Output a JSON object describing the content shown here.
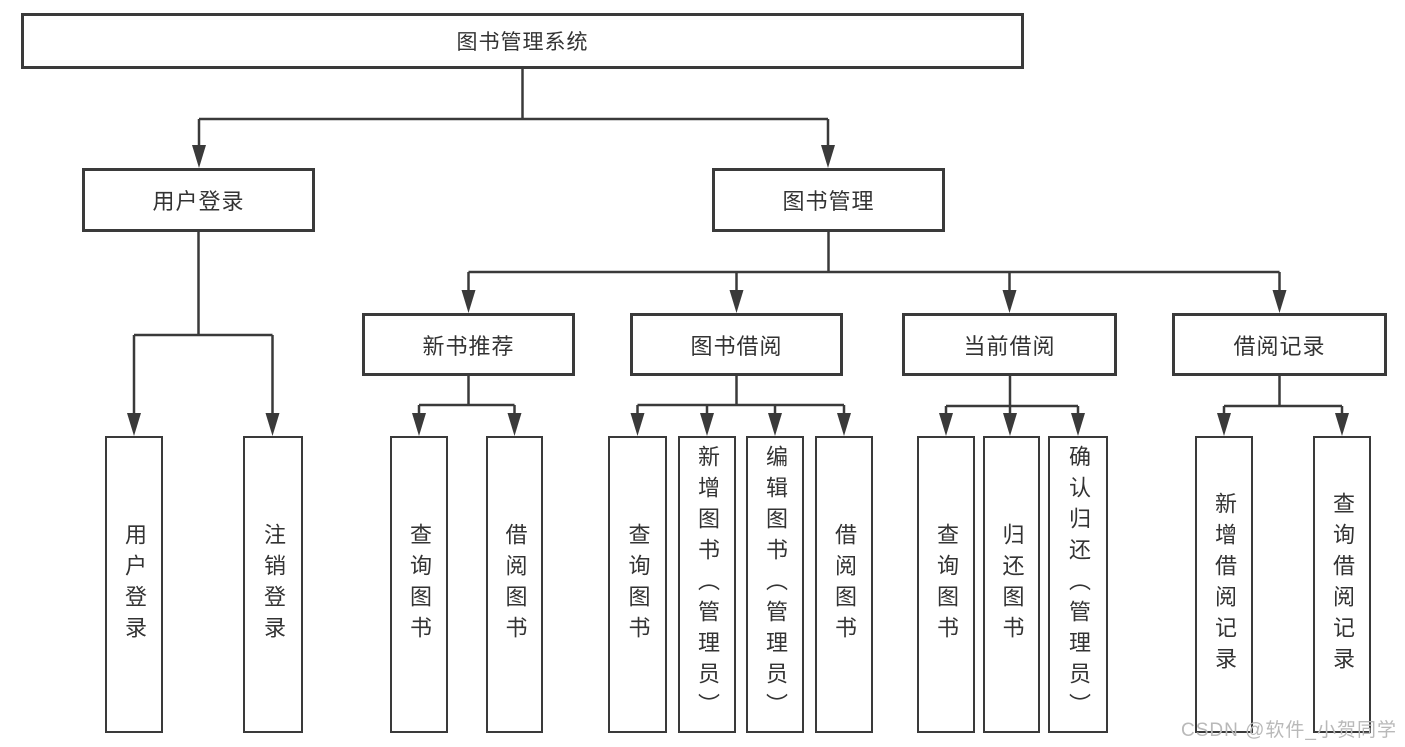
{
  "tree": {
    "label": "图书管理系统",
    "children": [
      {
        "label": "用户登录",
        "children": [
          {
            "label": "用户登录"
          },
          {
            "label": "注销登录"
          }
        ]
      },
      {
        "label": "图书管理",
        "children": [
          {
            "label": "新书推荐",
            "children": [
              {
                "label": "查询图书"
              },
              {
                "label": "借阅图书"
              }
            ]
          },
          {
            "label": "图书借阅",
            "children": [
              {
                "label": "查询图书"
              },
              {
                "label": "新增图书（管理员）"
              },
              {
                "label": "编辑图书（管理员）"
              },
              {
                "label": "借阅图书"
              }
            ]
          },
          {
            "label": "当前借阅",
            "children": [
              {
                "label": "查询图书"
              },
              {
                "label": "归还图书"
              },
              {
                "label": "确认归还（管理员）"
              }
            ]
          },
          {
            "label": "借阅记录",
            "children": [
              {
                "label": "新增借阅记录"
              },
              {
                "label": "查询借阅记录"
              }
            ]
          }
        ]
      }
    ]
  },
  "watermark": {
    "text": "CSDN @软件_小贺同学"
  },
  "colors": {
    "line": "#3a3a3a",
    "box_border": "#3a3a3a",
    "text": "#333333",
    "watermark": "#b9b9b9",
    "background": "#ffffff"
  }
}
